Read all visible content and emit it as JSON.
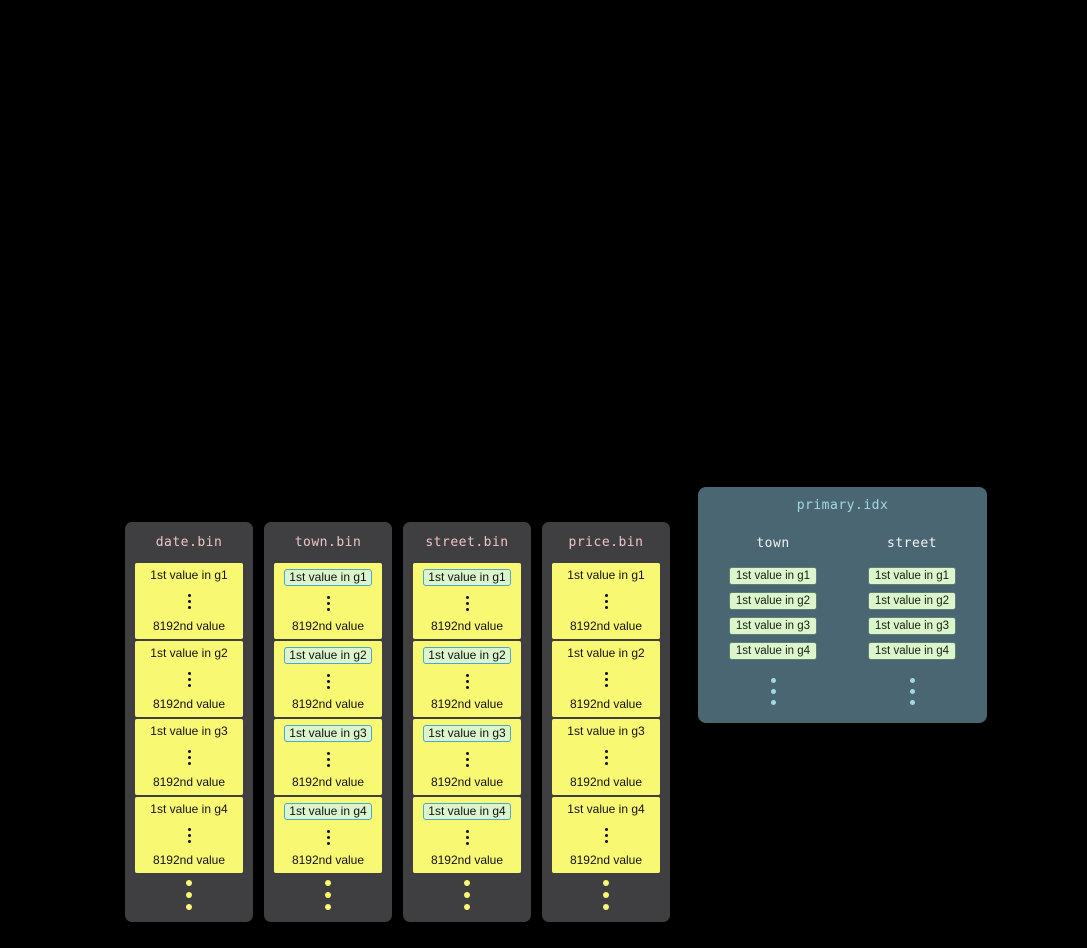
{
  "colors": {
    "background": "#000000",
    "bin_panel": "#3f3f42",
    "bin_name_text": "#eec3c3",
    "granule_yellow": "#f9f873",
    "granule_text": "#111111",
    "highlight_fill": "#dcf5cd",
    "highlight_border": "#49a8cc",
    "idx_panel": "#4a6673",
    "idx_title": "#a3d7e6",
    "idx_header_text": "#f2f2f2",
    "idx_entry_fill": "#dcf5cd",
    "idx_entry_border": "#5e8070",
    "idx_dots": "#a3d7e6",
    "bin_dots": "#f9f873"
  },
  "bin_files": [
    {
      "name": "date.bin",
      "highlighted": false,
      "granules": [
        {
          "first": "1st value in g1",
          "last": "8192nd value"
        },
        {
          "first": "1st value in g2",
          "last": "8192nd value"
        },
        {
          "first": "1st value in g3",
          "last": "8192nd value"
        },
        {
          "first": "1st value in g4",
          "last": "8192nd value"
        }
      ]
    },
    {
      "name": "town.bin",
      "highlighted": true,
      "granules": [
        {
          "first": "1st value in g1",
          "last": "8192nd value"
        },
        {
          "first": "1st value in g2",
          "last": "8192nd value"
        },
        {
          "first": "1st value in g3",
          "last": "8192nd value"
        },
        {
          "first": "1st value in g4",
          "last": "8192nd value"
        }
      ]
    },
    {
      "name": "street.bin",
      "highlighted": true,
      "granules": [
        {
          "first": "1st value in g1",
          "last": "8192nd value"
        },
        {
          "first": "1st value in g2",
          "last": "8192nd value"
        },
        {
          "first": "1st value in g3",
          "last": "8192nd value"
        },
        {
          "first": "1st value in g4",
          "last": "8192nd value"
        }
      ]
    },
    {
      "name": "price.bin",
      "highlighted": false,
      "granules": [
        {
          "first": "1st value in g1",
          "last": "8192nd value"
        },
        {
          "first": "1st value in g2",
          "last": "8192nd value"
        },
        {
          "first": "1st value in g3",
          "last": "8192nd value"
        },
        {
          "first": "1st value in g4",
          "last": "8192nd value"
        }
      ]
    }
  ],
  "primary_index": {
    "title": "primary.idx",
    "columns": [
      {
        "name": "town",
        "entries": [
          "1st value in g1",
          "1st value in g2",
          "1st value in g3",
          "1st value in g4"
        ]
      },
      {
        "name": "street",
        "entries": [
          "1st value in g1",
          "1st value in g2",
          "1st value in g3",
          "1st value in g4"
        ]
      }
    ]
  }
}
